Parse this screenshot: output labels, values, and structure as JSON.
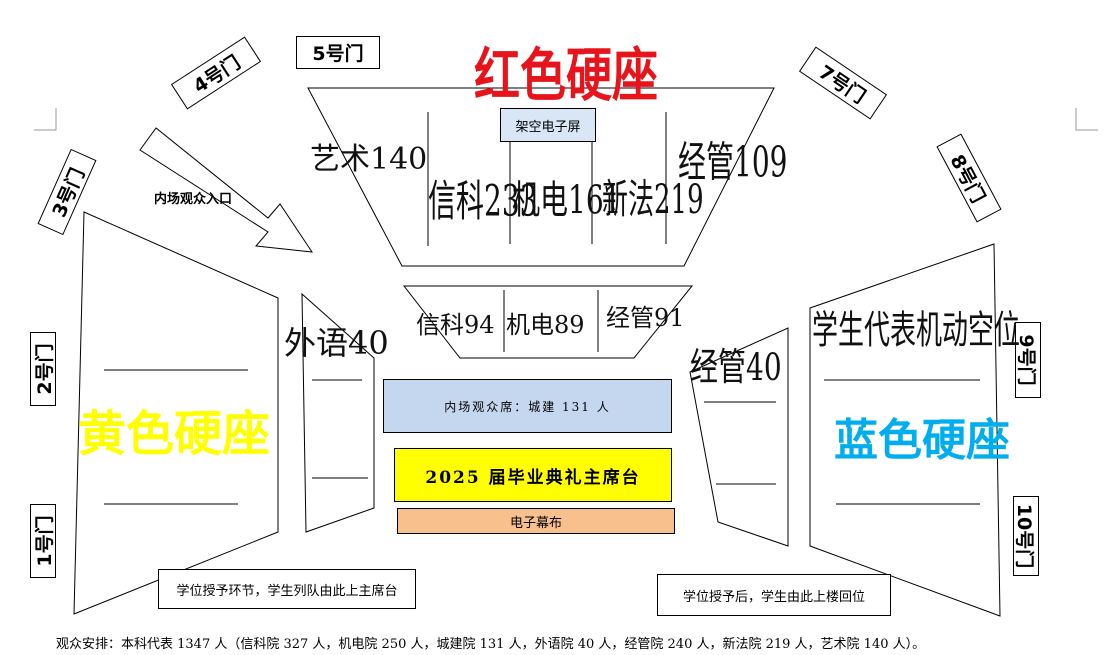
{
  "colors": {
    "red": "#e8141b",
    "yellow": "#ffff00",
    "blue": "#00aeef",
    "stage_fill": "#ffff00",
    "audience_fill": "#c5d7ef",
    "curtain_fill": "#f8c08c",
    "screen_fill": "#d9e6f5"
  },
  "doors": {
    "d1": "1号门",
    "d2": "2号门",
    "d3": "3号门",
    "d4": "4号门",
    "d5": "5号门",
    "d7": "7号门",
    "d8": "8号门",
    "d9": "9号门",
    "d10": "10号门"
  },
  "sections": {
    "red_seats": "红色硬座",
    "yellow_seats": "黄色硬座",
    "blue_seats": "蓝色硬座",
    "screen": "架空电子屏",
    "entrance_label": "内场观众入口",
    "upper": {
      "art": "艺术140",
      "info": "信科233",
      "mech": "机电161",
      "law": "新法219",
      "econ": "经管109"
    },
    "middle": {
      "info": "信科94",
      "mech": "机电89",
      "econ": "经管91"
    },
    "foreign": "外语40",
    "econ_right": "经管40",
    "student_rep": "学生代表机动空位",
    "audience_box": "内场观众席：城建 131 人",
    "stage": "2025 届毕业典礼主席台",
    "curtain": "电子幕布",
    "note_left": "学位授予环节，学生列队由此上主席台",
    "note_right": "学位授予后，学生由此上楼回位"
  },
  "footer": "观众安排：本科代表 1347 人（信科院 327 人，机电院 250 人，城建院 131 人，外语院 40 人，经管院 240 人，新法院 219 人，艺术院 140 人）。"
}
